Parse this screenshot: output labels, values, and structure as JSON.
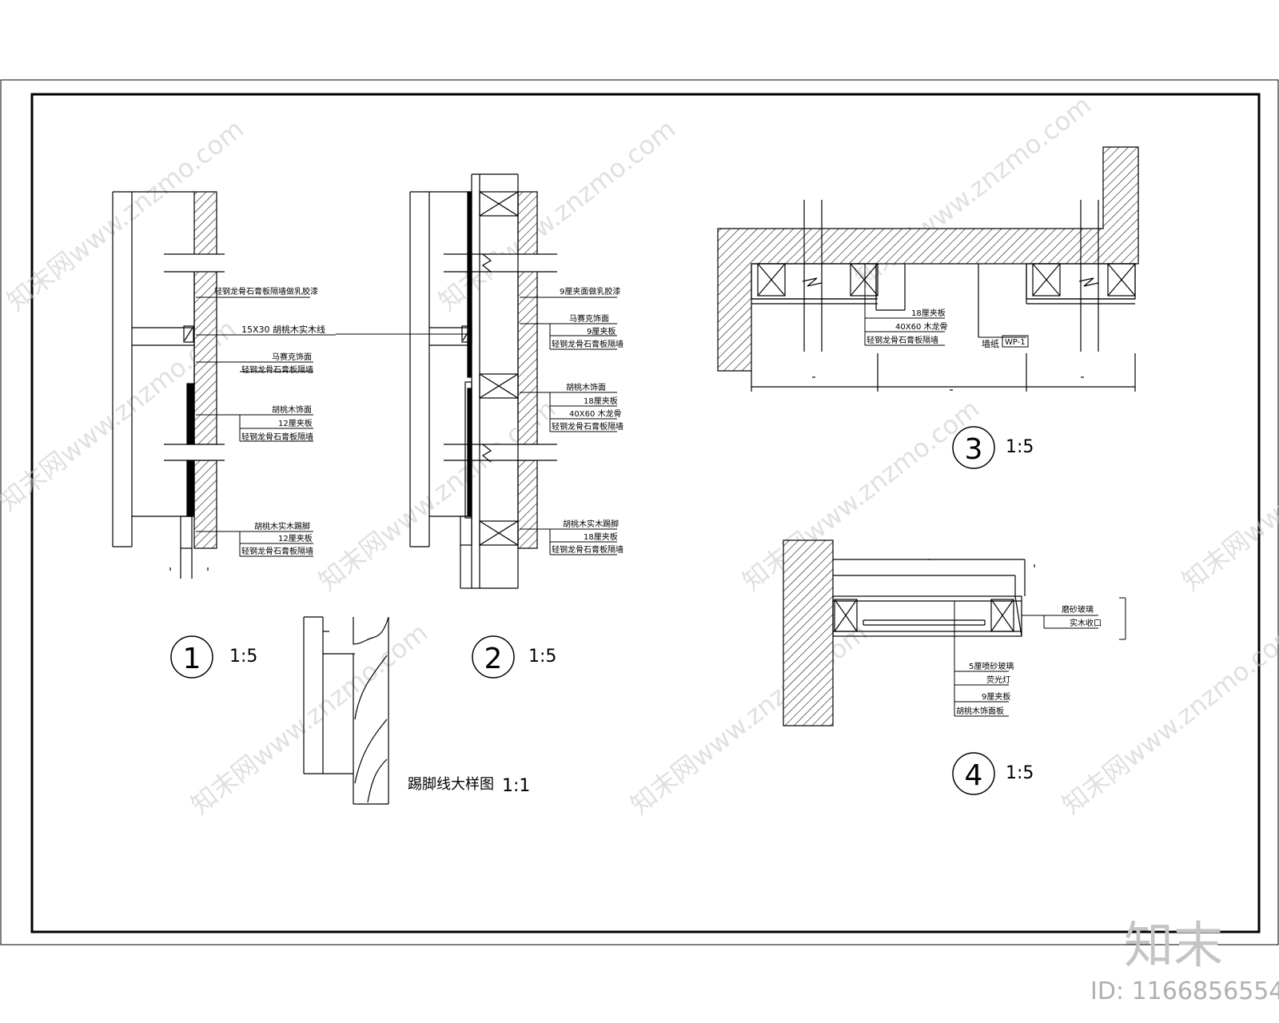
{
  "sheet": {
    "brand": "知末",
    "id_text": "ID: 1166856554",
    "watermark_text": "知末网www.znzmo.com"
  },
  "detail1": {
    "number": "1",
    "scale": "1:5",
    "labels": [
      "轻钢龙骨石膏板隔墙做乳胶漆",
      "15X30 胡桃木实木线",
      "马赛克饰面",
      "轻钢龙骨石膏板隔墙",
      "胡桃木饰面",
      "12厘夹板",
      "轻钢龙骨石膏板隔墙",
      "胡桃木实木踢脚",
      "12厘夹板",
      "轻钢龙骨石膏板隔墙"
    ]
  },
  "detail2": {
    "number": "2",
    "scale": "1:5",
    "labels": [
      "9厘夹面做乳胶漆",
      "马赛克饰面",
      "9厘夹板",
      "轻钢龙骨石膏板隔墙",
      "胡桃木饰面",
      "18厘夹板",
      "40X60 木龙骨",
      "轻钢龙骨石膏板隔墙",
      "胡桃木实木踢脚",
      "18厘夹板",
      "轻钢龙骨石膏板隔墙"
    ]
  },
  "detail3": {
    "number": "3",
    "scale": "1:5",
    "labels": [
      "18厘夹板",
      "40X60 木龙骨",
      "轻钢龙骨石膏板隔墙"
    ],
    "wallpaper_label": "墙纸",
    "wallpaper_code": "WP-1"
  },
  "detail4": {
    "number": "4",
    "scale": "1:5",
    "labels_right": [
      "磨砂玻璃",
      "实木收口"
    ],
    "labels_bottom": [
      "5厘喷砂玻璃",
      "荧光灯",
      "9厘夹板",
      "胡桃木饰面板"
    ]
  },
  "skirting": {
    "title": "踢脚线大样图",
    "scale": "1:1"
  }
}
